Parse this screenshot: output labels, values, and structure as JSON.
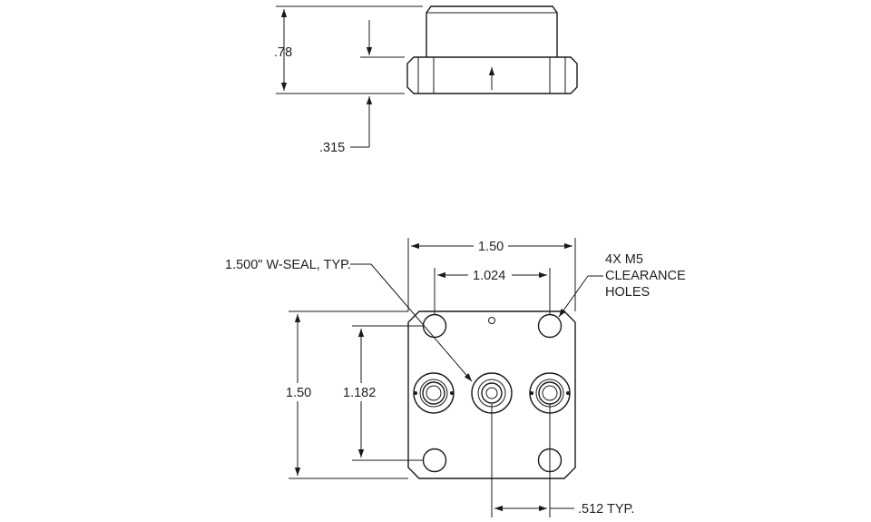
{
  "side_view": {
    "height_label": ".78",
    "flange_label": ".315"
  },
  "plan_view": {
    "width_label": "1.50",
    "hole_spacing_label": "1.024",
    "height_label": "1.50",
    "inner_height_label": "1.182",
    "seal_callout": "1.500\" W-SEAL, TYP.",
    "holes_callout": [
      "4X M5",
      "CLEARANCE",
      "HOLES"
    ],
    "port_spacing_label": ".512 TYP."
  }
}
